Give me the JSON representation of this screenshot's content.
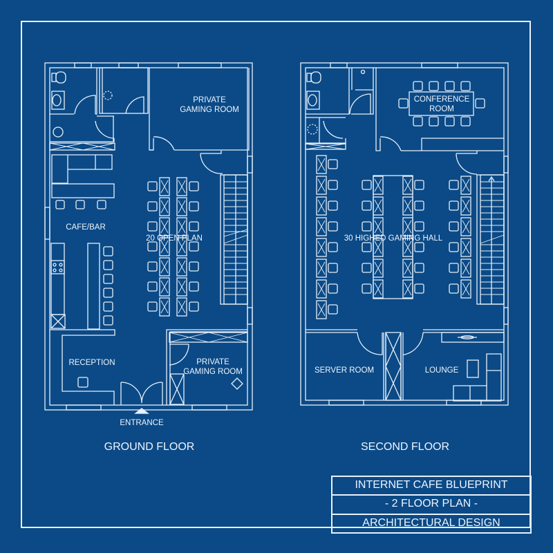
{
  "title_block": {
    "line1": "INTERNET CAFE BLUEPRINT",
    "line2": "- 2 FLOOR PLAN -",
    "line3": "ARCHITECTURAL DESIGN"
  },
  "colors": {
    "background": "#0b4a86",
    "line": "#e9f1fb"
  },
  "ground_floor": {
    "label": "GROUND FLOOR",
    "rooms": {
      "private_gaming_top_1": "PRIVATE",
      "private_gaming_top_2": "GAMING ROOM",
      "cafe_bar": "CAFE/BAR",
      "open_plan": "20 OPEN PLAN",
      "reception": "RECEPTION",
      "private_gaming_bottom_1": "PRIVATE",
      "private_gaming_bottom_2": "GAMING ROOM"
    },
    "entrance": "ENTRANCE",
    "workstations": 20
  },
  "second_floor": {
    "label": "SECOND FLOOR",
    "rooms": {
      "conference_1": "CONFERENCE",
      "conference_2": "ROOM",
      "gaming_hall": "30 HIGHED GAMING HALL",
      "server_room": "SERVER ROOM",
      "lounge": "LOUNGE"
    },
    "workstations": 30
  }
}
